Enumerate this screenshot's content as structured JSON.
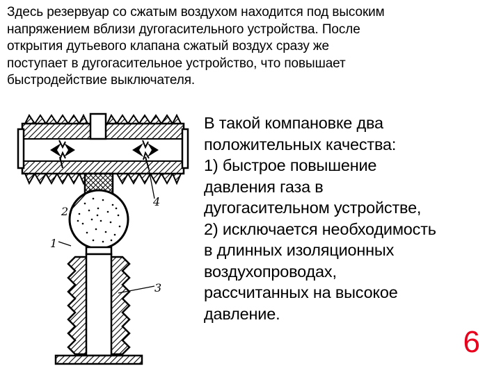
{
  "intro_lines": [
    "Здесь резервуар со сжатым воздухом находится под высоким",
    "напряжением вблизи дугогасительного устройства. После",
    "открытия дутьевого клапана сжатый воздух сразу же",
    "поступает в дугогасительное устройство, что повышает",
    "быстродействие выключателя."
  ],
  "points_lines": [
    "В такой компановке два",
    "положительных качества:",
    "1) быстрое повышение",
    "давления газа в",
    "дугогасительном устройстве,",
    "2) исключается необходимость",
    "в длинных изоляционных",
    "воздухопроводах,",
    "рассчитанных на высокое",
    "давление."
  ],
  "figure_labels": {
    "l1": "1",
    "l2": "2",
    "l3": "3",
    "l4": "4"
  },
  "page_number": "6",
  "colors": {
    "page_number": "#e8001c",
    "text": "#000000"
  }
}
